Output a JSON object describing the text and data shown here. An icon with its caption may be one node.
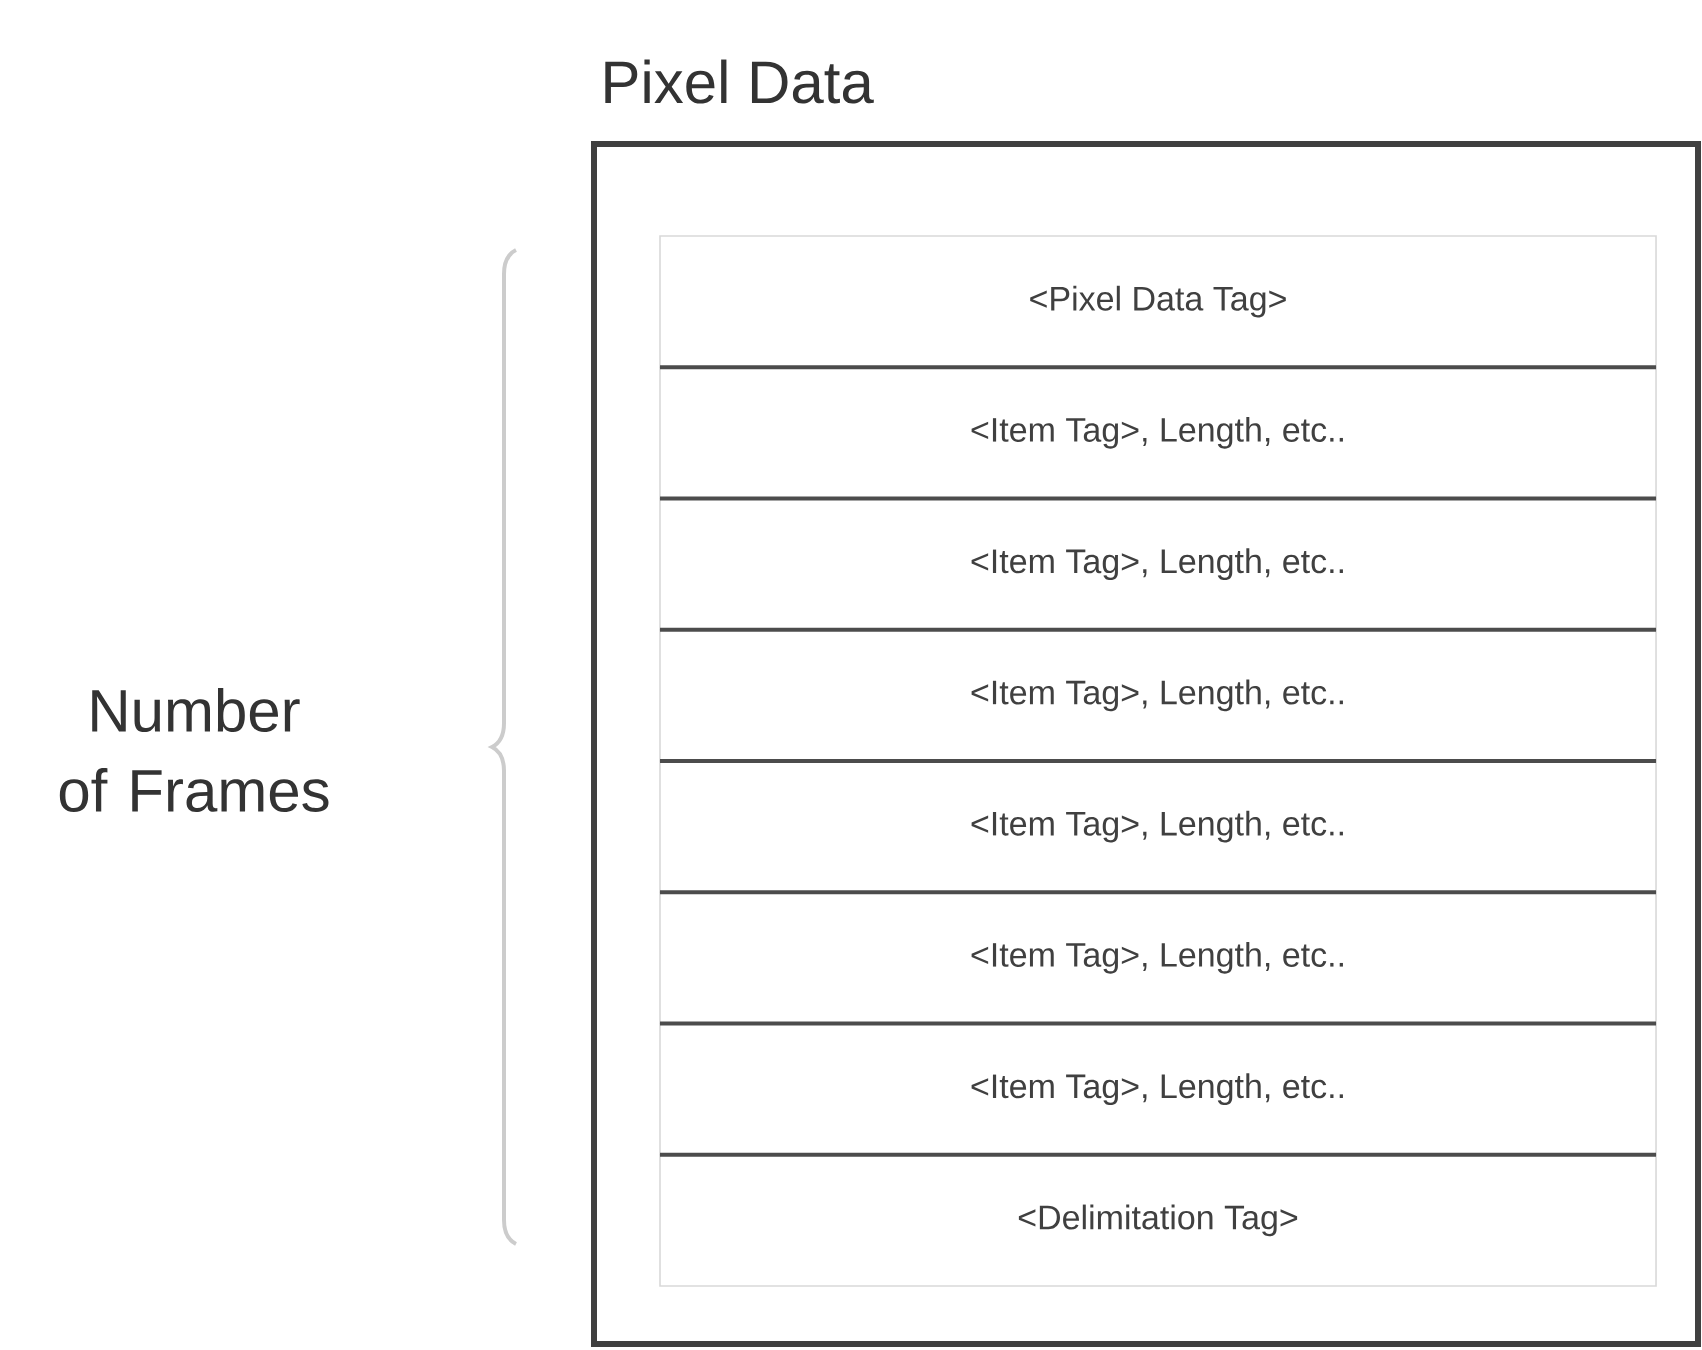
{
  "diagram": {
    "nodes": [
      {
        "text": [
          "Pixel Data"
        ]
      },
      {
        "text": [
          "<Pixel Data Tag>"
        ],
        "in": 0
      },
      {
        "text": [
          "<Item Tag>, Length, etc.."
        ],
        "in": 0
      },
      {
        "text": [
          "<Item Tag>, Length, etc.."
        ],
        "in": 0
      },
      {
        "text": [
          "<Item Tag>, Length, etc.."
        ],
        "in": 0
      },
      {
        "text": [
          "<Item Tag>, Length, etc.."
        ],
        "in": 0
      },
      {
        "text": [
          "<Item Tag>, Length, etc.."
        ],
        "in": 0
      },
      {
        "text": [
          "<Item Tag>, Length, etc.."
        ],
        "in": 0
      },
      {
        "text": [
          "<Delimitation Tag>"
        ],
        "in": 0
      }
    ],
    "labels": [
      "Number of Frames"
    ]
  }
}
